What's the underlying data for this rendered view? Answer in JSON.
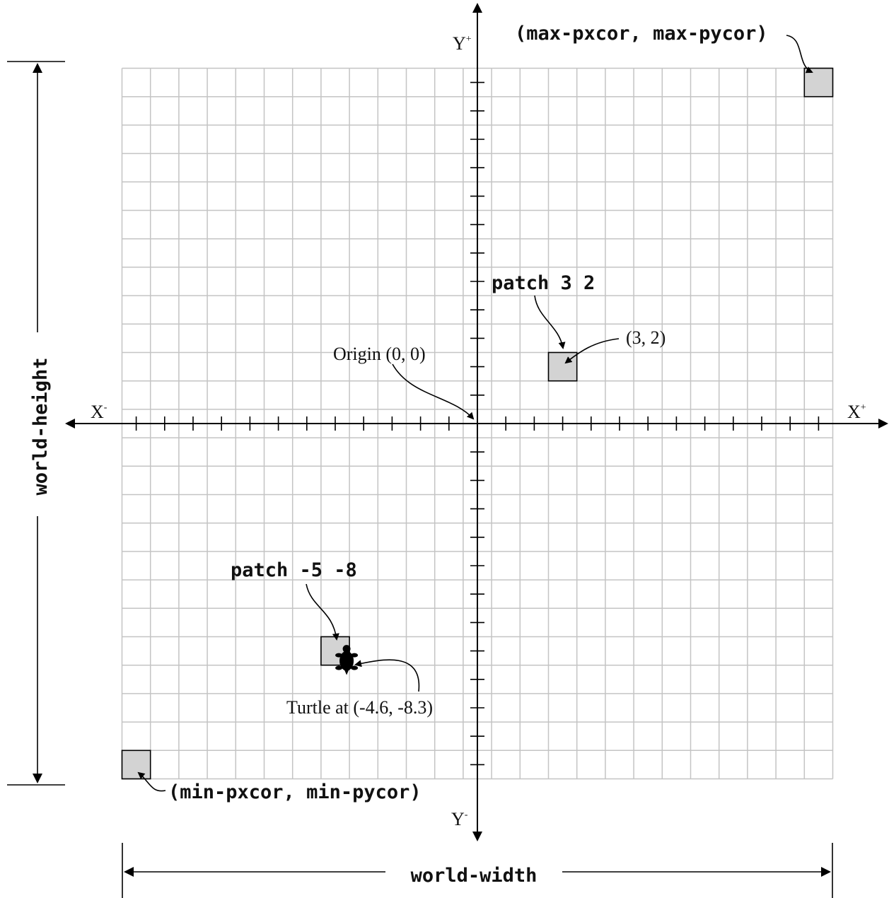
{
  "colors": {
    "grid": "#c4c4c4",
    "patch_fill": "#d3d3d3",
    "ink": "#000000",
    "background": "#ffffff"
  },
  "world": {
    "min_pxcor": -12,
    "max_pxcor": 12,
    "min_pycor": -12,
    "max_pycor": 12
  },
  "axes": {
    "x_minus": "X",
    "x_plus": "X",
    "y_plus": "Y",
    "y_minus": "Y",
    "sup_minus": "-",
    "sup_plus": "+"
  },
  "dimensions": {
    "world_height": "world-height",
    "world_width": "world-width"
  },
  "patches": [
    {
      "id": "max",
      "pxcor": 12,
      "pycor": 12,
      "label": "(max-pxcor, max-pycor)"
    },
    {
      "id": "p32",
      "pxcor": 3,
      "pycor": 2,
      "label": "patch 3 2",
      "coords_label": "(3, 2)"
    },
    {
      "id": "p58",
      "pxcor": -5,
      "pycor": -8,
      "label": "patch -5 -8"
    },
    {
      "id": "min",
      "pxcor": -12,
      "pycor": -12,
      "label": "(min-pxcor, min-pycor)"
    }
  ],
  "origin": {
    "label": "Origin (0, 0)",
    "x": 0,
    "y": 0
  },
  "turtle": {
    "label": "Turtle at (-4.6, -8.3)",
    "x": -4.6,
    "y": -8.3,
    "icon": "turtle-icon"
  }
}
